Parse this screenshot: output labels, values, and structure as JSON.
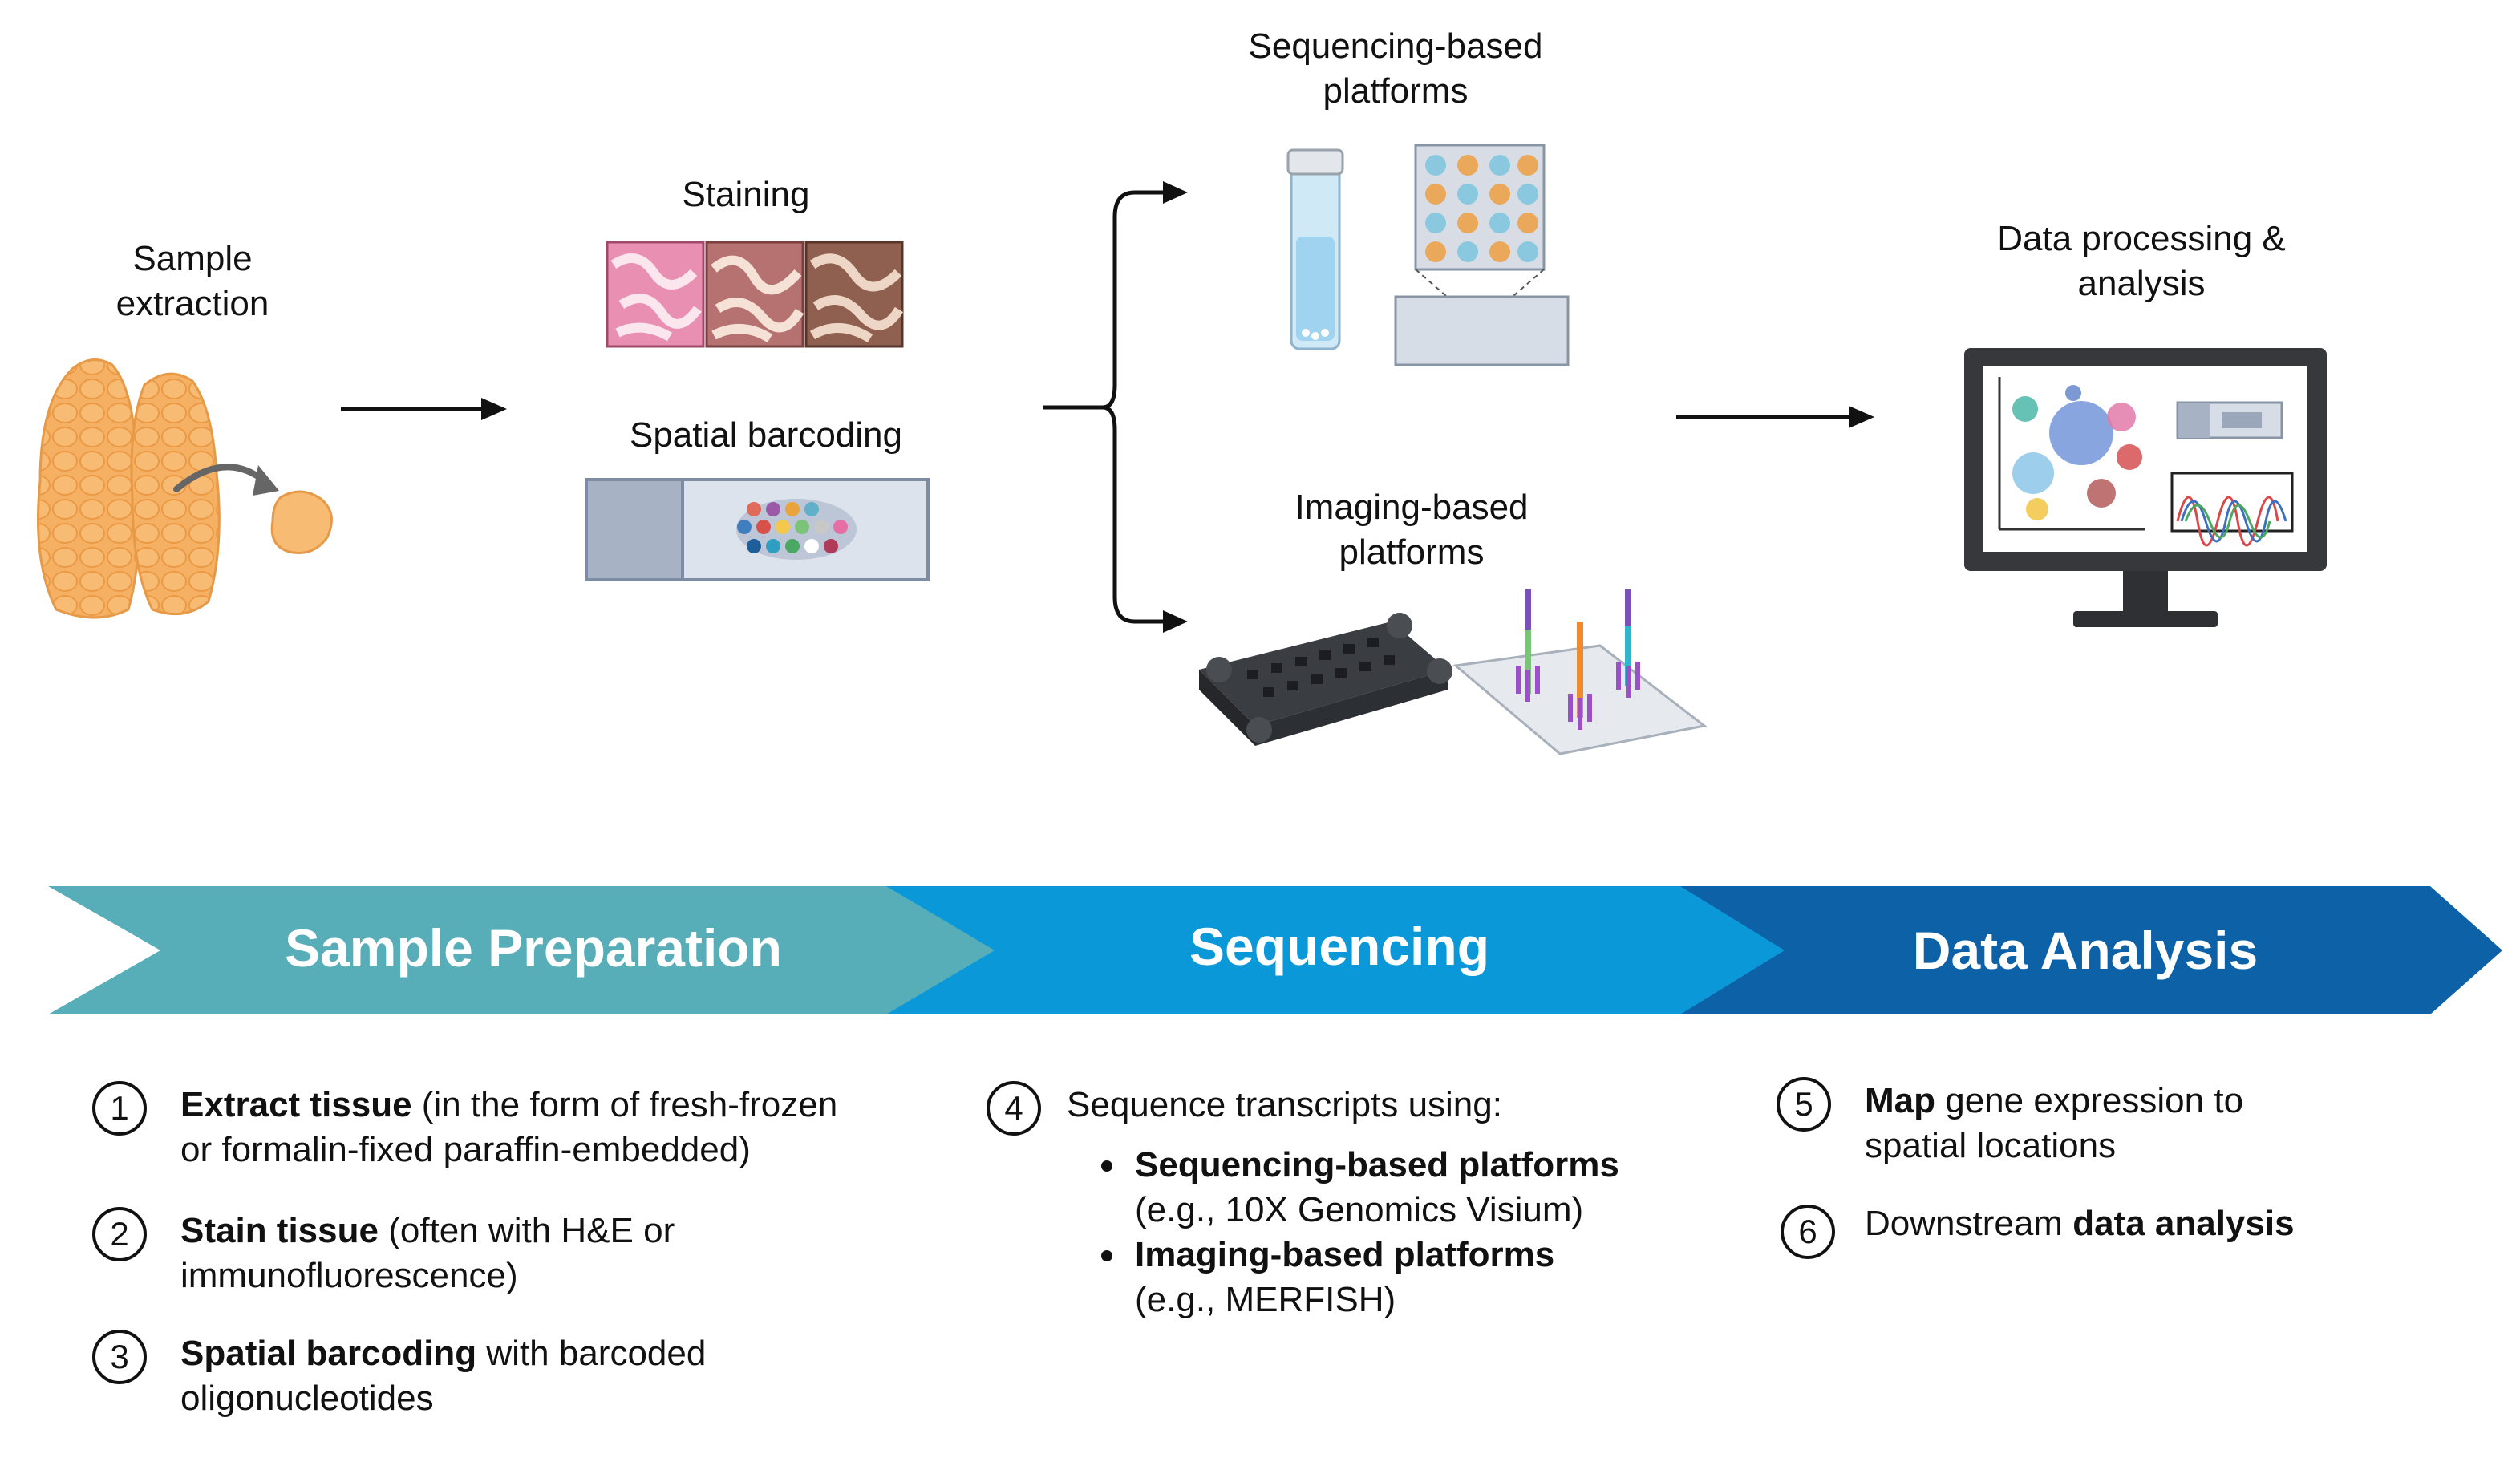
{
  "top_labels": {
    "sample_extraction": "Sample\nextraction",
    "staining": "Staining",
    "spatial_barcoding": "Spatial barcoding",
    "sequencing_platforms": "Sequencing-based\nplatforms",
    "imaging_platforms": "Imaging-based\nplatforms",
    "data_processing": "Data processing &\nanalysis"
  },
  "banner": {
    "sample_preparation": "Sample Preparation",
    "sequencing": "Sequencing",
    "data_analysis": "Data Analysis",
    "colors": {
      "prep": "#57adb8",
      "seq": "#0a98d8",
      "analysis": "#0d61a6"
    }
  },
  "steps": {
    "s1": {
      "num": "1",
      "bold": "Extract tissue",
      "rest": " (in the form of fresh-frozen",
      "line2": "or formalin-fixed paraffin-embedded)"
    },
    "s2": {
      "num": "2",
      "bold": "Stain tissue",
      "rest": " (often with H&E or",
      "line2": "immunofluorescence)"
    },
    "s3": {
      "num": "3",
      "bold": "Spatial barcoding",
      "rest": " with barcoded",
      "line2": "oligonucleotides"
    },
    "s4": {
      "num": "4",
      "text": "Sequence transcripts using:",
      "b1_bold": "Sequencing-based platforms",
      "b1_sub": "(e.g., 10X Genomics Visium)",
      "b2_bold": "Imaging-based platforms",
      "b2_sub": "(e.g., MERFISH)"
    },
    "s5": {
      "num": "5",
      "bold": "Map",
      "rest": " gene expression to",
      "line2": "spatial locations"
    },
    "s6": {
      "num": "6",
      "pre": "Downstream ",
      "bold": "data analysis"
    }
  }
}
